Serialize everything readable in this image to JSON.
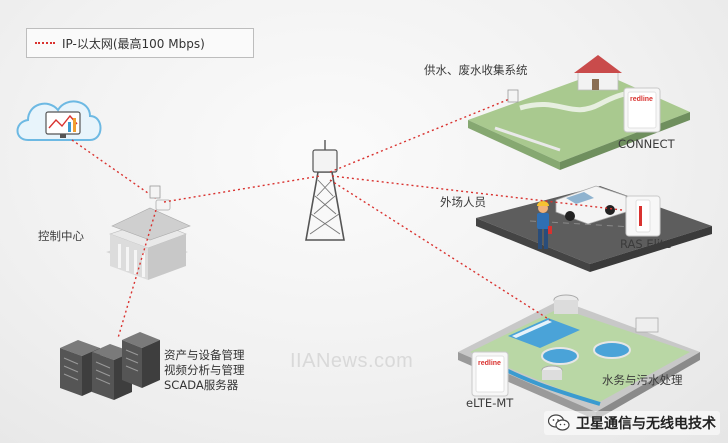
{
  "legend": {
    "text": "IP-以太网(最高100 Mbps)",
    "line_color": "#d9322f"
  },
  "nodes": {
    "control_center": "控制中心",
    "water_supply": "供水、废水收集系统",
    "field_staff": "外场人员",
    "water_treatment": "水务与污水处理"
  },
  "devices": {
    "connect": "CONNECT",
    "ras_elite": "RAS Elite",
    "elte_mt": "eLTE-MT",
    "logo_text": "redline"
  },
  "servers": {
    "lines": [
      "资产与设备管理",
      "视频分析与管理",
      "SCADA服务器"
    ]
  },
  "watermark": "IIANews.com",
  "brand": {
    "text": "卫星通信与无线电技术",
    "icon": "wechat-icon"
  },
  "colors": {
    "link": "#d9322f",
    "platform_green": "#a9c98f",
    "road": "#5d5d5d",
    "water": "#3a9bd0"
  }
}
